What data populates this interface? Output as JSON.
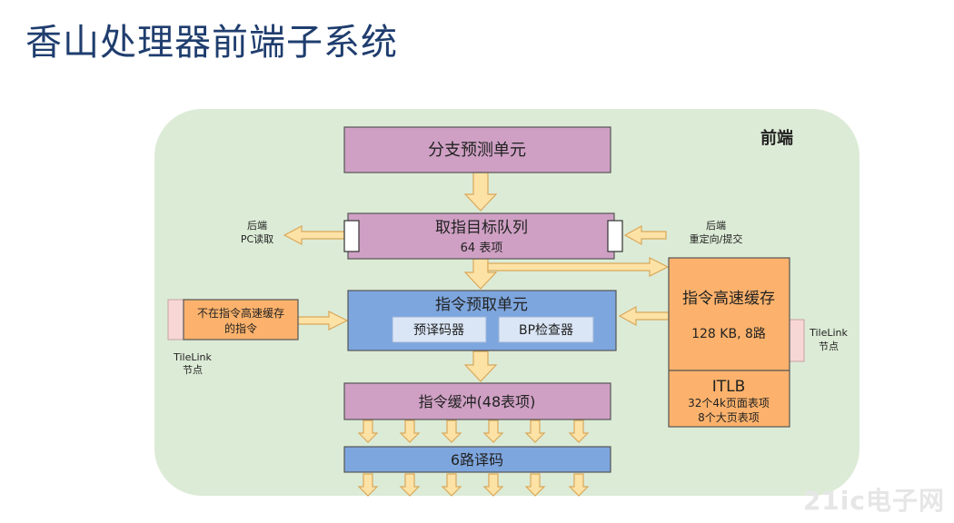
{
  "slide": {
    "title": "香山处理器前端子系统",
    "watermark": "21ic电子网"
  },
  "diagram": {
    "region_label": "前端",
    "boxes": {
      "bpu": "分支预测单元",
      "ftq_title": "取指目标队列",
      "ftq_sub": "64 表项",
      "ifu_title": "指令预取单元",
      "predecoder": "预译码器",
      "bp_checker": "BP检查器",
      "icache_title": "指令高速缓存",
      "icache_sub": "128 KB, 8路",
      "itlb_title": "ITLB",
      "itlb_line1": "32个4k页面表项",
      "itlb_line2": "8个大页表项",
      "ibuffer": "指令缓冲(48表项)",
      "decode": "6路译码",
      "miss_line1": "不在指令高速缓存",
      "miss_line2": "的指令"
    },
    "side_labels": {
      "backend_pc_line1": "后端",
      "backend_pc_line2": "PC读取",
      "backend_redirect_line1": "后端",
      "backend_redirect_line2": "重定向/提交",
      "tilelink_left_line1": "TileLink",
      "tilelink_left_line2": "节点",
      "tilelink_right_line1": "TileLink",
      "tilelink_right_line2": "节点"
    },
    "colors": {
      "region": "#dcebd6",
      "purple": "#cfa0c4",
      "blue": "#7ea6de",
      "light_blue": "#dae6f6",
      "orange": "#fcb26c",
      "arrow": "#fde2a6",
      "arrow_stroke": "#d9a85a"
    }
  }
}
